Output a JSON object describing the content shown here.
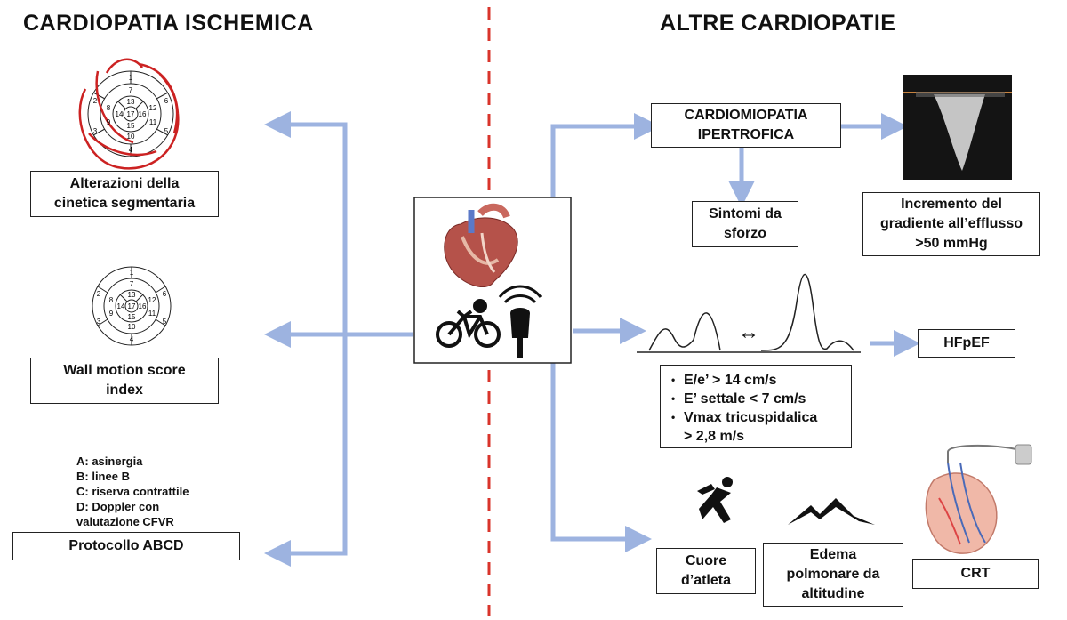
{
  "headings": {
    "left": "CARDIOPATIA ISCHEMICA",
    "right": "ALTRE CARDIOPATIE"
  },
  "left_items": {
    "cinetica": "Alterazioni della\ncinetica segmentaria",
    "wall_motion": "Wall motion score\nindex",
    "abcd_list": "A: asinergia\nB: linee B\nC: riserva contrattile\nD: Doppler con\nvalutazione CFVR",
    "abcd": "Protocollo ABCD"
  },
  "right_items": {
    "cardiomiopatia": "CARDIOMIOPATIA\nIPERTROFICA",
    "sintomi": "Sintomi da\nsforzo",
    "gradiente": "Incremento del\ngradiente all’efflusso\n>50 mmHg",
    "hfpef": "HFpEF",
    "criteria": [
      "E/e’ > 14 cm/s",
      "E’ settale < 7 cm/s",
      "Vmax tricuspidalica\n> 2,8 m/s"
    ],
    "double_arrow": "↔",
    "cuore": "Cuore\nd’atleta",
    "edema": "Edema\npolmonare da\naltitudine",
    "crt": "CRT"
  },
  "bullseye_labels": [
    "1",
    "2",
    "3",
    "4",
    "5",
    "6",
    "7",
    "8",
    "9",
    "10",
    "11",
    "12",
    "13",
    "14",
    "15",
    "16",
    "17"
  ],
  "colors": {
    "arrow": "#9db3e0",
    "divider": "#d9342b",
    "red_trace": "#cc2222",
    "box_border": "#222222"
  }
}
